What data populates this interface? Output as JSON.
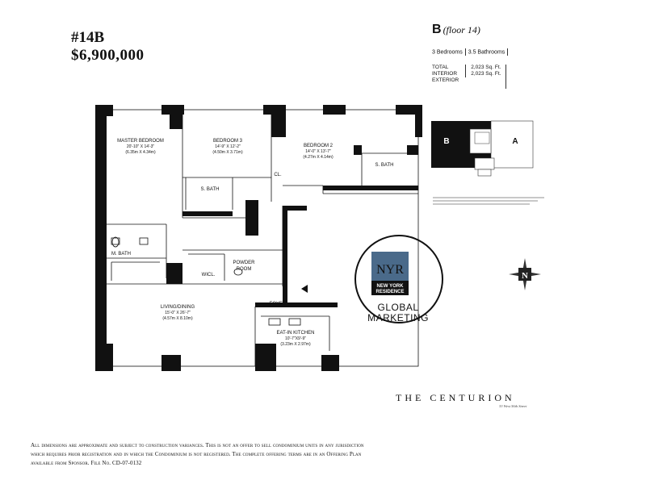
{
  "header": {
    "unit": "#14B",
    "price": "$6,900,000"
  },
  "unit_info": {
    "line": "B",
    "floor": "(floor 14)",
    "bedrooms": "3 Bedrooms",
    "bathrooms": "3.5 Bathrooms",
    "total_label": "TOTAL",
    "interior_label": "INTERIOR",
    "exterior_label": "EXTERIOR",
    "total_value": "2,023 Sq. Ft.",
    "interior_value": "2,023 Sq. Ft."
  },
  "rooms": {
    "master_bedroom": {
      "name": "MASTER BEDROOM",
      "dim_imperial": "20'-10\" X 14'-3\"",
      "dim_metric": "(6.35m X 4.34m)"
    },
    "bedroom3": {
      "name": "BEDROOM 3",
      "dim_imperial": "14'-9\" X 12'-2\"",
      "dim_metric": "(4.50m X 3.71m)"
    },
    "bedroom2": {
      "name": "BEDROOM 2",
      "dim_imperial": "14'-0\" X 13'-7\"",
      "dim_metric": "(4.27m X 4.14m)"
    },
    "living_dining": {
      "name": "LIVING/DINING",
      "dim_imperial": "15'-0\" X 26'-7\"",
      "dim_metric": "(4.57m X 8.10m)"
    },
    "kitchen": {
      "name": "EAT-IN KITCHEN",
      "dim_imperial": "10'-7\"X9'-9\"",
      "dim_metric": "(3.23m X 2.97m)"
    },
    "s_bath": "S. BATH",
    "m_bath": "M. BATH",
    "powder_1": "POWDER",
    "powder_2": "ROOM",
    "wic": "WICL.",
    "cl": "CL.",
    "foyer": "FOYER"
  },
  "key_plan": {
    "unit_b": "B",
    "unit_a": "A"
  },
  "compass": {
    "label": "N"
  },
  "logo": {
    "mono": "NYR",
    "badge_1": "NEW YORK",
    "badge_2": "RESIDENCE",
    "line1": "GLOBAL",
    "line2": "MARKETING"
  },
  "building": {
    "name": "THE CENTURION",
    "address": "33 West 56th Street"
  },
  "disclaimer": "All dimensions are approximate and subject to construction variances. This is not an offer to sell condominium units in any jurisdiction which requires prior registration and in which the Condominium is not registered. The complete offering terms are in an Offering Plan available from Sponsor. File No. CD-07-0132",
  "colors": {
    "wall": "#111111",
    "logo_blue": "#4a6a8a",
    "text": "#111111"
  }
}
